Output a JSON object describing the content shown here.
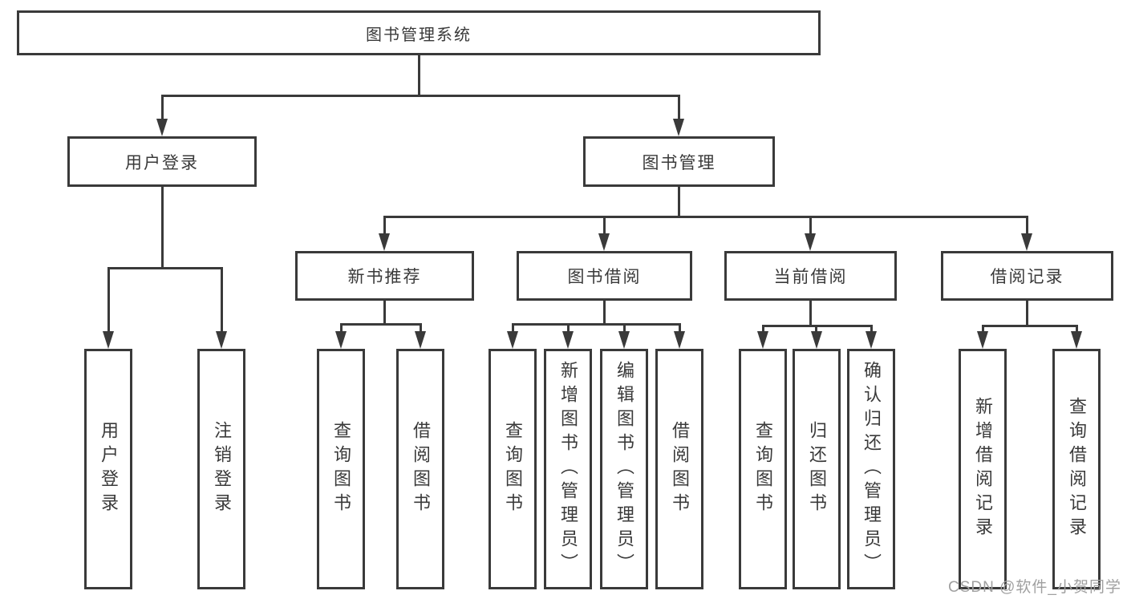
{
  "title": "图书管理系统",
  "level2": [
    {
      "label": "用户登录",
      "leaves": [
        "用户登录",
        "注销登录"
      ]
    },
    {
      "label": "图书管理"
    }
  ],
  "level3": [
    {
      "label": "新书推荐",
      "leaves": [
        "查询图书",
        "借阅图书"
      ]
    },
    {
      "label": "图书借阅",
      "leaves": [
        "查询图书",
        "新增图书（管理员）",
        "编辑图书（管理员）",
        "借阅图书"
      ]
    },
    {
      "label": "当前借阅",
      "leaves": [
        "查询图书",
        "归还图书",
        "确认归还（管理员）"
      ]
    },
    {
      "label": "借阅记录",
      "leaves": [
        "新增借阅记录",
        "查询借阅记录"
      ]
    }
  ],
  "watermark": "CSDN @软件_小贺同学",
  "colors": {
    "line": "#3a3a3a",
    "text": "#3a3a3a",
    "watermark": "#a0a0a0",
    "background": "#ffffff"
  }
}
